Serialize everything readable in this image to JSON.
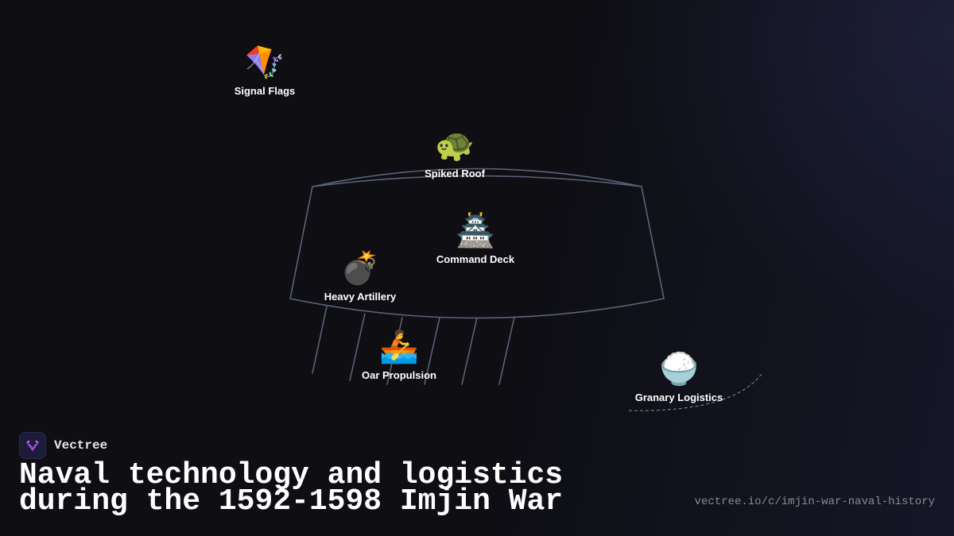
{
  "brand": {
    "name": "Vectree",
    "logo_icon": "vectree-logo-icon"
  },
  "title": "Naval technology and logistics during the 1592-1598 Imjin War",
  "url": "vectree.io/c/imjin-war-naval-history",
  "colors": {
    "background": "#0e0e13",
    "outline": "#5a6478",
    "logo_accent": "#b04fd8"
  },
  "nodes": {
    "signal_flags": {
      "emoji": "🪁",
      "label": "Signal Flags",
      "icon": "kite-icon"
    },
    "spiked_roof": {
      "emoji": "🐢",
      "label": "Spiked Roof",
      "icon": "turtle-icon"
    },
    "command_deck": {
      "emoji": "🏯",
      "label": "Command Deck",
      "icon": "castle-icon"
    },
    "heavy_artillery": {
      "emoji": "💣",
      "label": "Heavy Artillery",
      "icon": "bomb-icon"
    },
    "oar_propulsion": {
      "emoji": "🚣",
      "label": "Oar Propulsion",
      "icon": "rowboat-icon"
    },
    "granary_logistics": {
      "emoji": "🍚",
      "label": "Granary Logistics",
      "icon": "rice-bowl-icon"
    }
  }
}
